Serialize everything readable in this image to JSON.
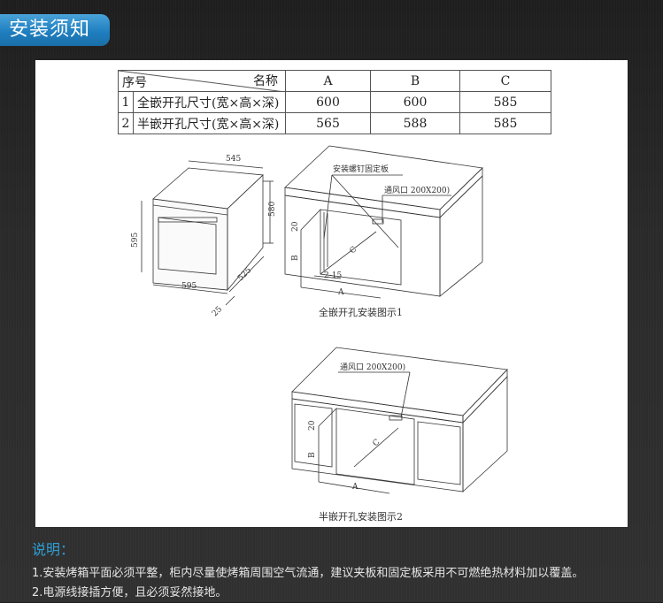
{
  "header": {
    "title": "安装须知"
  },
  "table": {
    "corner_top": "名称",
    "corner_bottom": "序号",
    "columns": [
      "A",
      "B",
      "C"
    ],
    "rows": [
      {
        "no": "1",
        "name": "全嵌开孔尺寸(宽×高×深)",
        "values": [
          "600",
          "600",
          "585"
        ]
      },
      {
        "no": "2",
        "name": "半嵌开孔尺寸(宽×高×深)",
        "values": [
          "565",
          "588",
          "585"
        ]
      }
    ]
  },
  "oven": {
    "dims": [
      "545",
      "580",
      "595",
      "595",
      "525",
      "25"
    ]
  },
  "figure1": {
    "caption": "全嵌开孔安装图示1",
    "screw_label": "安装螺钉固定板",
    "vent_label": "通风口  200X200)",
    "dims": [
      "20",
      "B",
      "C",
      "2-15",
      "A"
    ]
  },
  "figure2": {
    "caption": "半嵌开孔安装图示2",
    "vent_label": "通风口  200X200)",
    "dims": [
      "20",
      "B",
      "C",
      "A"
    ]
  },
  "notes": {
    "heading": "说明：",
    "lines": [
      "1.安装烤箱平面必须平整，柜内尽量使烤箱周围空气流通，建议夹板和固定板采用不可燃绝热材料加以覆盖。",
      "2.电源线接插方便，且必须妥然接地。"
    ]
  }
}
